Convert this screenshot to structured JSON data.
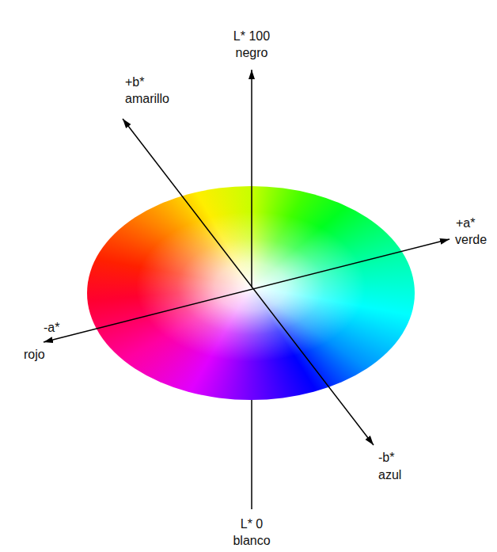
{
  "diagram": {
    "labels": [
      "L* 100",
      "negro",
      "+b*",
      "amarillo",
      "+a*",
      "verde",
      "-a*",
      "rojo",
      "-b*",
      "azul",
      "L* 0",
      "blanco"
    ]
  }
}
